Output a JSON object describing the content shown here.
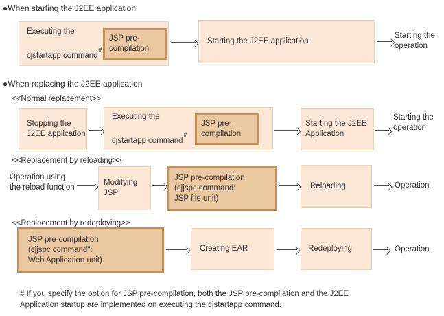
{
  "colors": {
    "box_fill": "#fbe7d5",
    "box_border": "#ecd3bc",
    "highlight_fill": "#eac8a1",
    "highlight_border": "#c68f57",
    "text": "#333333",
    "arrow": "#4d4d4d",
    "background": "#ffffff"
  },
  "starting": {
    "heading": "●When starting the J2EE application",
    "exec_line1": "Executing the",
    "exec_line2": "cjstartapp command",
    "footnote_mark": "#",
    "jsp_precompilation": "JSP pre-\ncompilation",
    "start_app": "Starting the J2EE application",
    "result": "Starting the\noperation"
  },
  "replacing": {
    "heading": "●When replacing the J2EE application",
    "normal": {
      "label": "<<Normal replacement>>",
      "stop_app": "Stopping the\nJ2EE application",
      "exec_line1": "Executing the",
      "exec_line2": "cjstartapp command",
      "footnote_mark": "#",
      "jsp_precompilation": "JSP pre-\ncompilation",
      "start_app": "Starting the J2EE\nApplication",
      "result": "Starting the\noperation"
    },
    "reloading": {
      "label": "<<Replacement by reloading>>",
      "source": "Operation using\nthe reload function",
      "modify_jsp": "Modifying\nJSP",
      "jsp_precompilation": "JSP pre-compilation\n(cjjspc command:\n JSP file unit)",
      "reload": "Reloading",
      "result": "Operation"
    },
    "redeploying": {
      "label": "<<Replacement by redeploying>>",
      "jsp_precompilation": "JSP pre-compilation\n(cjjspc command\":\n Web Application unit)",
      "create_ear": "Creating EAR",
      "redeploy": "Redeploying",
      "result": "Operation"
    }
  },
  "footnote": "# If you specify the option for JSP pre-compilation, both the JSP pre-compilation and the J2EE\nApplication startup are implemented on executing the cjstartapp command."
}
